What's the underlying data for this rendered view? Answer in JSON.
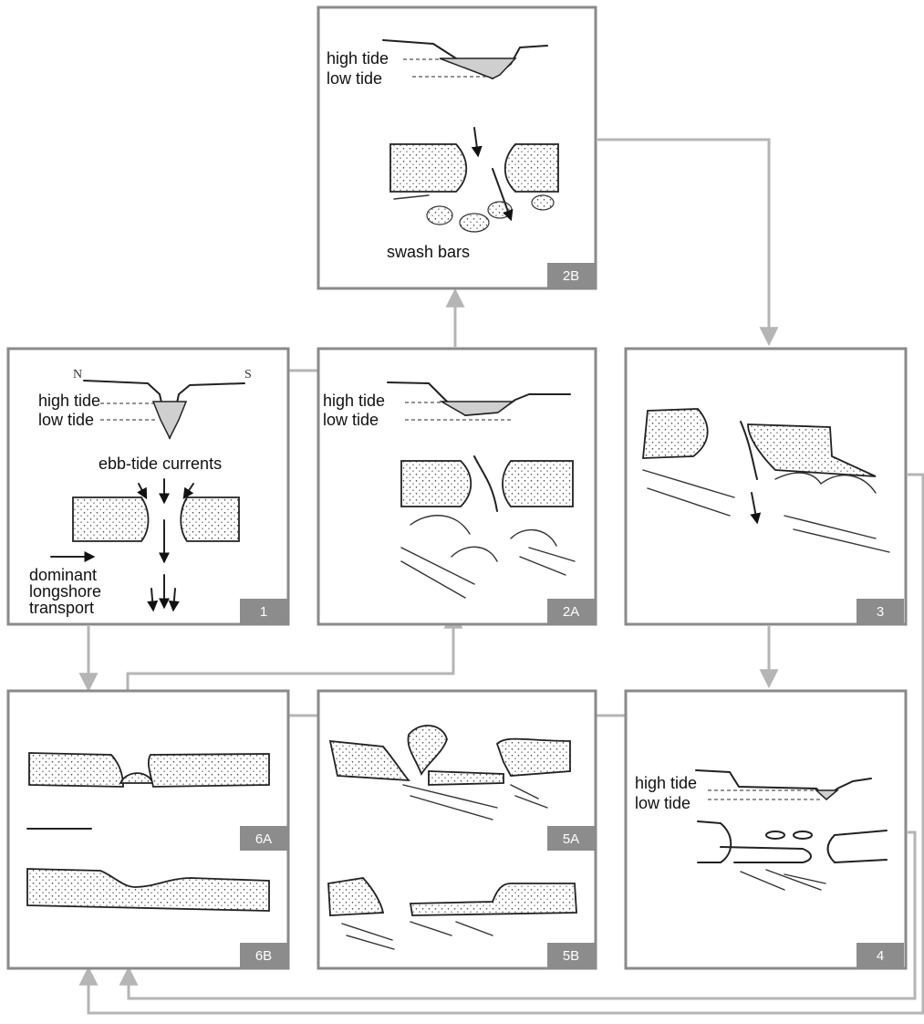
{
  "colors": {
    "frame": "#8a8a8a",
    "tag_background": "#8c8c8c",
    "flow_arrow": "#b5b5b5",
    "ink": "#222222"
  },
  "panels": {
    "p1": {
      "tag": "1",
      "compass_n": "N",
      "compass_s": "S",
      "high_tide": "high tide",
      "low_tide": "low tide",
      "currents": "ebb-tide currents",
      "transport_1": "dominant",
      "transport_2": "longshore",
      "transport_3": "transport"
    },
    "p2a": {
      "tag": "2A",
      "high_tide": "high tide",
      "low_tide": "low tide"
    },
    "p2b": {
      "tag": "2B",
      "high_tide": "high tide",
      "low_tide": "low tide",
      "bars": "swash bars"
    },
    "p3": {
      "tag": "3"
    },
    "p4": {
      "tag": "4",
      "high_tide": "high tide",
      "low_tide": "low tide"
    },
    "p5a": {
      "tag": "5A"
    },
    "p5b": {
      "tag": "5B"
    },
    "p6a": {
      "tag": "6A"
    },
    "p6b": {
      "tag": "6B"
    }
  }
}
